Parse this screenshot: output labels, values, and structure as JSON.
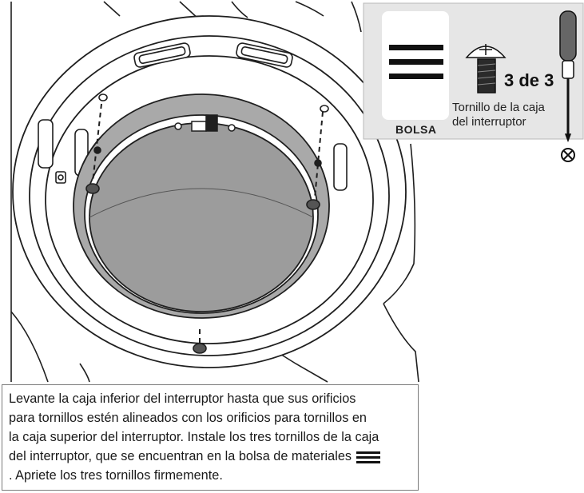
{
  "legend": {
    "bag_label": "BOLSA",
    "count": "3 de 3",
    "screw_name_line1": "Tornillo de la caja",
    "screw_name_line2": "del interruptor"
  },
  "caption": {
    "lines": [
      "Levante la caja inferior del interruptor hasta que sus orificios",
      "para tornillos estén alineados con los orificios para tornillos en",
      "la caja superior del interruptor. Instale los tres tornillos de la caja",
      "del interruptor, que se encuentran en la bolsa de materiales",
      ". Apriete los tres tornillos firmemente."
    ]
  },
  "colors": {
    "housing_fill": "#a9a9a9",
    "lens_fill": "#9c9c9c",
    "line": "#1f1f1f",
    "legend_bg": "#e6e6e6"
  },
  "icons": [
    "bag-icon",
    "screw-icon",
    "screwdriver-icon",
    "phillips-head-icon"
  ]
}
